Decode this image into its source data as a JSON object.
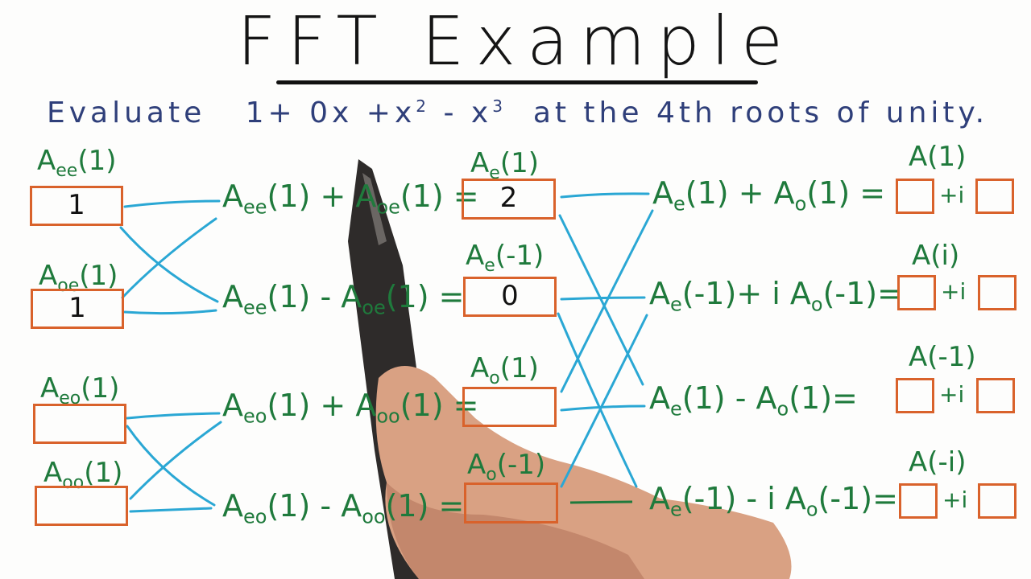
{
  "title": "FFT Example",
  "subtitle": {
    "lead": "Evaluate",
    "poly_a": "1+ 0x +x",
    "exp_2": "2",
    "poly_b": "- x",
    "exp_3": "3",
    "tail": "at the 4th roots of unity."
  },
  "colors": {
    "box": "#d9622b",
    "wire": "#2aa7d4",
    "expr": "#1f7a3c",
    "subtitle": "#2f3f7a"
  },
  "stage0": [
    {
      "label": {
        "n": "A",
        "s": "ee",
        "a": "(1)"
      },
      "value": "1"
    },
    {
      "label": {
        "n": "A",
        "s": "oe",
        "a": "(1)"
      },
      "value": "1"
    },
    {
      "label": {
        "n": "A",
        "s": "eo",
        "a": "(1)"
      },
      "value": ""
    },
    {
      "label": {
        "n": "A",
        "s": "oo",
        "a": "(1)"
      },
      "value": ""
    }
  ],
  "stage1": [
    {
      "t1": {
        "n": "A",
        "s": "ee",
        "a": "(1)"
      },
      "op": "+",
      "t2": {
        "n": "A",
        "s": "oe",
        "a": "(1)"
      },
      "eq": "=",
      "label": {
        "n": "A",
        "s": "e",
        "a": "(1)"
      },
      "value": "2"
    },
    {
      "t1": {
        "n": "A",
        "s": "ee",
        "a": "(1)"
      },
      "op": "-",
      "t2": {
        "n": "A",
        "s": "oe",
        "a": "(1)"
      },
      "eq": "=",
      "label": {
        "n": "A",
        "s": "e",
        "a": "(-1)"
      },
      "value": "0"
    },
    {
      "t1": {
        "n": "A",
        "s": "eo",
        "a": "(1)"
      },
      "op": "+",
      "t2": {
        "n": "A",
        "s": "oo",
        "a": "(1)"
      },
      "eq": "=",
      "label": {
        "n": "A",
        "s": "o",
        "a": "(1)"
      },
      "value": ""
    },
    {
      "t1": {
        "n": "A",
        "s": "eo",
        "a": "(1)"
      },
      "op": "-",
      "t2": {
        "n": "A",
        "s": "oo",
        "a": "(1)"
      },
      "eq": "=",
      "label": {
        "n": "A",
        "s": "o",
        "a": "(-1)"
      },
      "value": ""
    }
  ],
  "stage2": [
    {
      "t1": {
        "n": "A",
        "s": "e",
        "a": "(1)"
      },
      "op": "+",
      "t2": {
        "n": "A",
        "s": "o",
        "a": "(1)"
      },
      "eq": "=",
      "label": "A(1)",
      "plus_i": "+i"
    },
    {
      "t1": {
        "n": "A",
        "s": "e",
        "a": "(-1)"
      },
      "op": "+ i",
      "t2": {
        "n": "A",
        "s": "o",
        "a": "(-1)"
      },
      "eq": "=",
      "label": "A(i)",
      "plus_i": "+i"
    },
    {
      "t1": {
        "n": "A",
        "s": "e",
        "a": "(1)"
      },
      "op": "-",
      "t2": {
        "n": "A",
        "s": "o",
        "a": "(1)"
      },
      "eq": "=",
      "label": "A(-1)",
      "plus_i": "+i"
    },
    {
      "t1": {
        "n": "A",
        "s": "e",
        "a": "(-1)"
      },
      "op": "- i",
      "t2": {
        "n": "A",
        "s": "o",
        "a": "(-1)"
      },
      "eq": "=",
      "label": "A(-i)",
      "plus_i": "+i"
    }
  ]
}
